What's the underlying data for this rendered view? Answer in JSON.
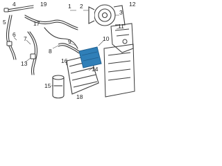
{
  "callouts": [
    {
      "id": "c1",
      "text": "1"
    },
    {
      "id": "c2",
      "text": "2"
    },
    {
      "id": "c3",
      "text": "3"
    },
    {
      "id": "c4",
      "text": "4"
    },
    {
      "id": "c5",
      "text": "5"
    },
    {
      "id": "c6",
      "text": "6"
    },
    {
      "id": "c7",
      "text": "7"
    },
    {
      "id": "c8",
      "text": "8"
    },
    {
      "id": "c9",
      "text": "9"
    },
    {
      "id": "c10",
      "text": "10"
    },
    {
      "id": "c11",
      "text": "11"
    },
    {
      "id": "c12",
      "text": "12"
    },
    {
      "id": "c13",
      "text": "13"
    },
    {
      "id": "c14",
      "text": "14"
    },
    {
      "id": "c15",
      "text": "15"
    },
    {
      "id": "c16",
      "text": "16"
    },
    {
      "id": "c17",
      "text": "17"
    },
    {
      "id": "c18",
      "text": "18"
    },
    {
      "id": "c19",
      "text": "19"
    }
  ],
  "colors": {
    "line": "#3a3a3a",
    "highlight": "#2f7fb8",
    "highlight_dark": "#1f5f8f"
  }
}
